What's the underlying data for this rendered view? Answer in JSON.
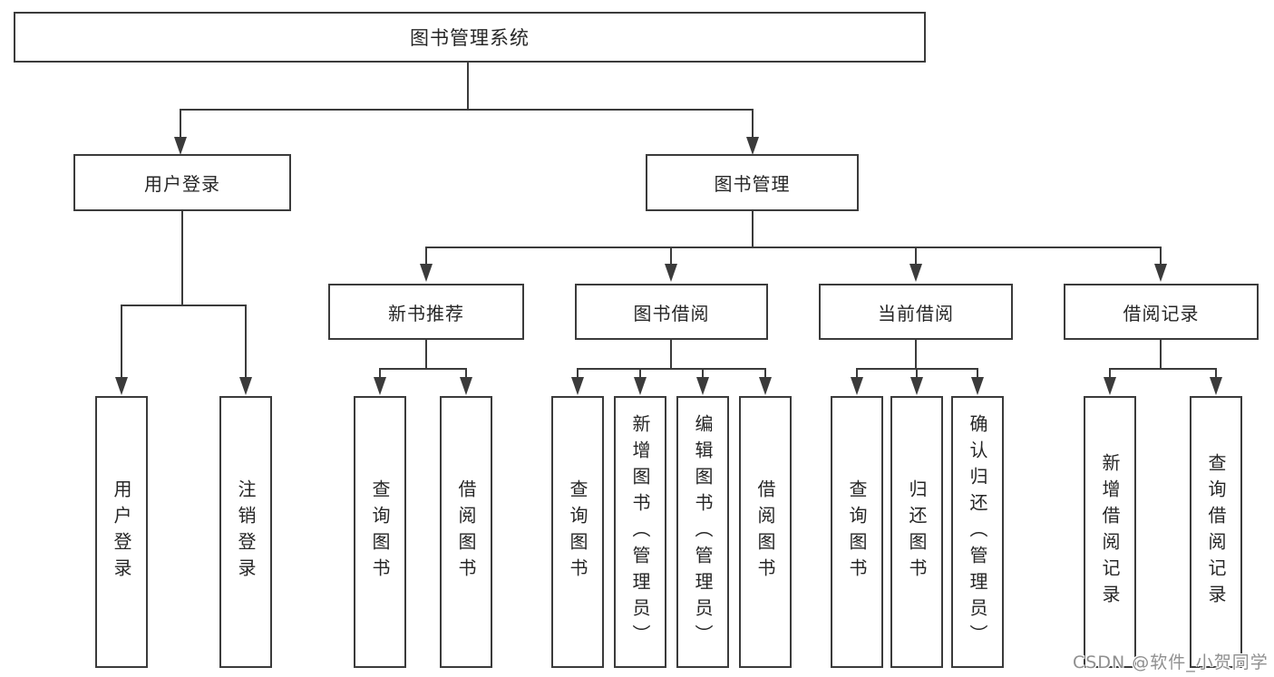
{
  "tree": {
    "root": "图书管理系统",
    "login": {
      "label": "用户登录",
      "children": [
        "用户登录",
        "注销登录"
      ]
    },
    "manage": {
      "label": "图书管理",
      "sections": [
        {
          "label": "新书推荐",
          "children": [
            "查询图书",
            "借阅图书"
          ]
        },
        {
          "label": "图书借阅",
          "children": [
            "查询图书",
            "新增图书（管理员）",
            "编辑图书（管理员）",
            "借阅图书"
          ]
        },
        {
          "label": "当前借阅",
          "children": [
            "查询图书",
            "归还图书",
            "确认归还（管理员）"
          ]
        },
        {
          "label": "借阅记录",
          "children": [
            "新增借阅记录",
            "查询借阅记录"
          ]
        }
      ]
    }
  },
  "watermark": {
    "text": "CSDN @软件_小贺同学"
  },
  "colors": {
    "line": "#3b3b3b",
    "text": "#262626",
    "watermark": "#8f8f8f",
    "background": "#ffffff"
  }
}
